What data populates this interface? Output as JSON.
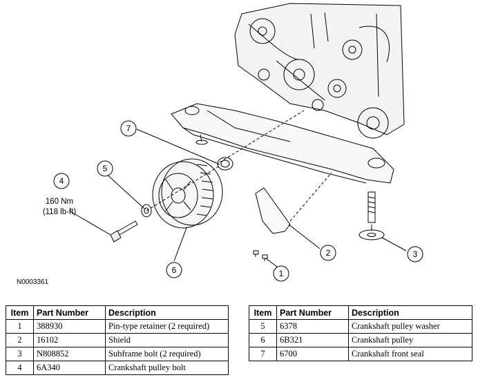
{
  "figure": {
    "id": "N0003361",
    "torque_line1": "160 Nm",
    "torque_line2": "(118 lb-ft)",
    "callouts": [
      "1",
      "2",
      "3",
      "4",
      "5",
      "6",
      "7"
    ]
  },
  "table": {
    "headers": {
      "item": "Item",
      "part_number": "Part Number",
      "description": "Description"
    },
    "left_rows": [
      {
        "item": "1",
        "part_number": "388930",
        "description": "Pin-type retainer (2 required)"
      },
      {
        "item": "2",
        "part_number": "16102",
        "description": "Shield"
      },
      {
        "item": "3",
        "part_number": "N808852",
        "description": "Subframe bolt (2 required)"
      },
      {
        "item": "4",
        "part_number": "6A340",
        "description": "Crankshaft pulley bolt"
      }
    ],
    "right_rows": [
      {
        "item": "5",
        "part_number": "6378",
        "description": "Crankshaft pulley washer"
      },
      {
        "item": "6",
        "part_number": "6B321",
        "description": "Crankshaft pulley"
      },
      {
        "item": "7",
        "part_number": "6700",
        "description": "Crankshaft front seal"
      }
    ]
  }
}
